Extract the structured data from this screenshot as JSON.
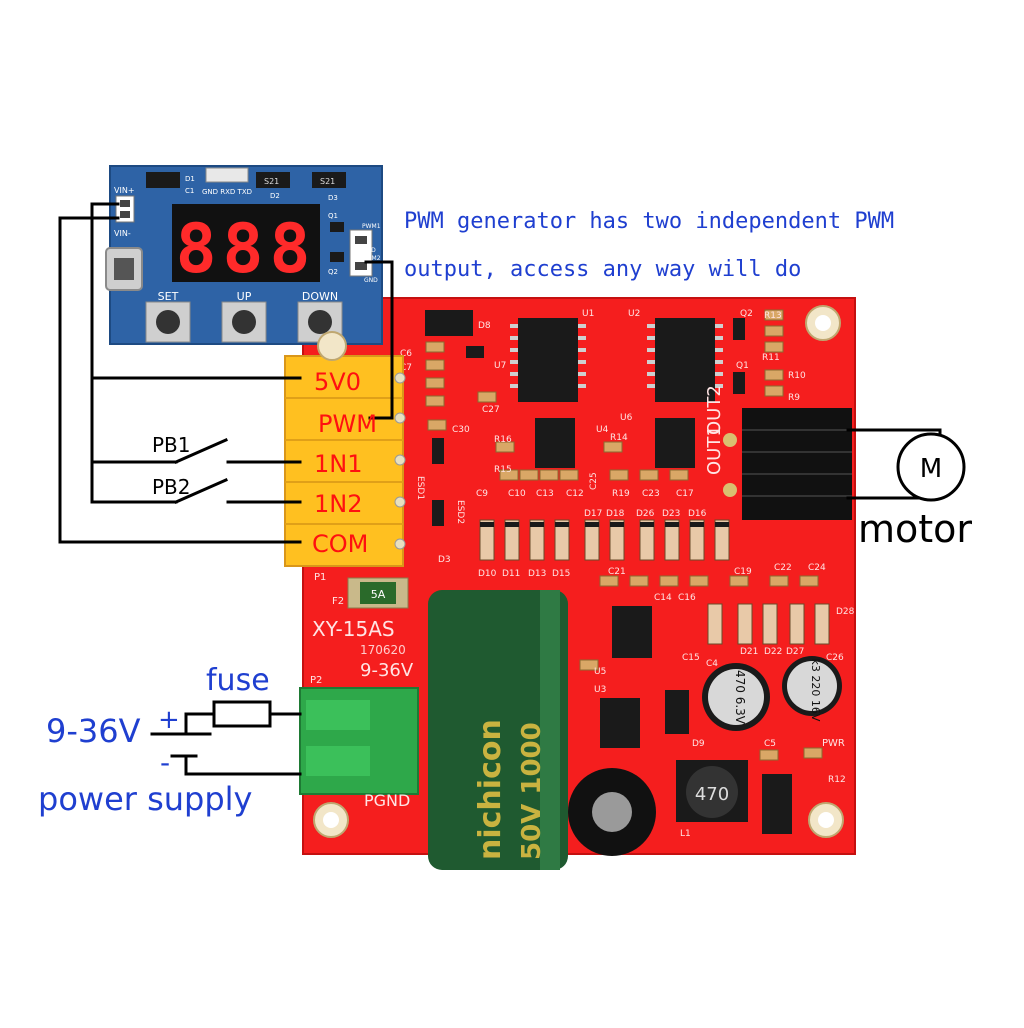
{
  "note": {
    "line1": "PWM generator has two independent PWM",
    "line2": "output, access any way will do"
  },
  "pwm_generator": {
    "display": "888",
    "labels": {
      "vin_plus": "VIN+",
      "vin_minus": "VIN-",
      "d1": "D1",
      "c1": "C1",
      "d2": "D2",
      "d3": "D3",
      "header": "GND RXD TXD",
      "chip1": "S21",
      "chip2": "S21",
      "q1": "Q1",
      "q2": "Q2",
      "pwm1": "PWM1",
      "gnd1": "GND",
      "pwm2": "PWM2",
      "gnd2": "GND",
      "set": "SET",
      "up": "UP",
      "down": "DOWN"
    }
  },
  "terminals": {
    "t5v0": "5V0",
    "pwm": "PWM",
    "in1": "1N1",
    "in2": "1N2",
    "com": "COM"
  },
  "switches": {
    "pb1": "PB1",
    "pb2": "PB2"
  },
  "motor": {
    "symbol": "M",
    "label": "motor"
  },
  "power": {
    "fuse_label": "fuse",
    "voltage": "9-36V",
    "plus": "+",
    "minus": "-",
    "supply_label": "power supply"
  },
  "board": {
    "model": "XY-15AS",
    "code": "170620",
    "voltage": "9-36V",
    "pgnd": "PGND",
    "p1": "P1",
    "p2": "P2",
    "f2": "F2",
    "fuse_part": "5A",
    "out1": "OUT1",
    "out2": "OUT2",
    "pwr": "PWR",
    "capacitor_brand": "nichicon",
    "capacitor_spec": "50V 1000",
    "inductor": "470",
    "cap_small_1": "470 6.3V",
    "cap_small_2": "k3 220 16V",
    "designators": [
      "U1",
      "U2",
      "U3",
      "U4",
      "U5",
      "U6",
      "U7",
      "D3",
      "D8",
      "D9",
      "D17",
      "D18",
      "D26",
      "D23",
      "D16",
      "D21",
      "D22",
      "D27",
      "D28",
      "D10",
      "D11",
      "D13",
      "D15",
      "C4",
      "C5",
      "C6",
      "C7",
      "C9",
      "C10",
      "C12",
      "C13",
      "C14",
      "C15",
      "C16",
      "C17",
      "C19",
      "C21",
      "C22",
      "C23",
      "C24",
      "C25",
      "C26",
      "C27",
      "C30",
      "R9",
      "R10",
      "R11",
      "R12",
      "R13",
      "R14",
      "R15",
      "R16",
      "R19",
      "Q1",
      "Q2",
      "L1",
      "ESD1",
      "ESD2"
    ]
  },
  "colors": {
    "board_red": "#f51e1e",
    "terminal_yellow": "#ffc020",
    "terminal_green": "#2ea84a",
    "label_red": "#ff1010",
    "label_blue": "#1f3fd0",
    "pcb_blue": "#2e63a6",
    "display_red": "#ff2a2a",
    "capacitor_green": "#1f5a30",
    "wire": "#000000"
  }
}
